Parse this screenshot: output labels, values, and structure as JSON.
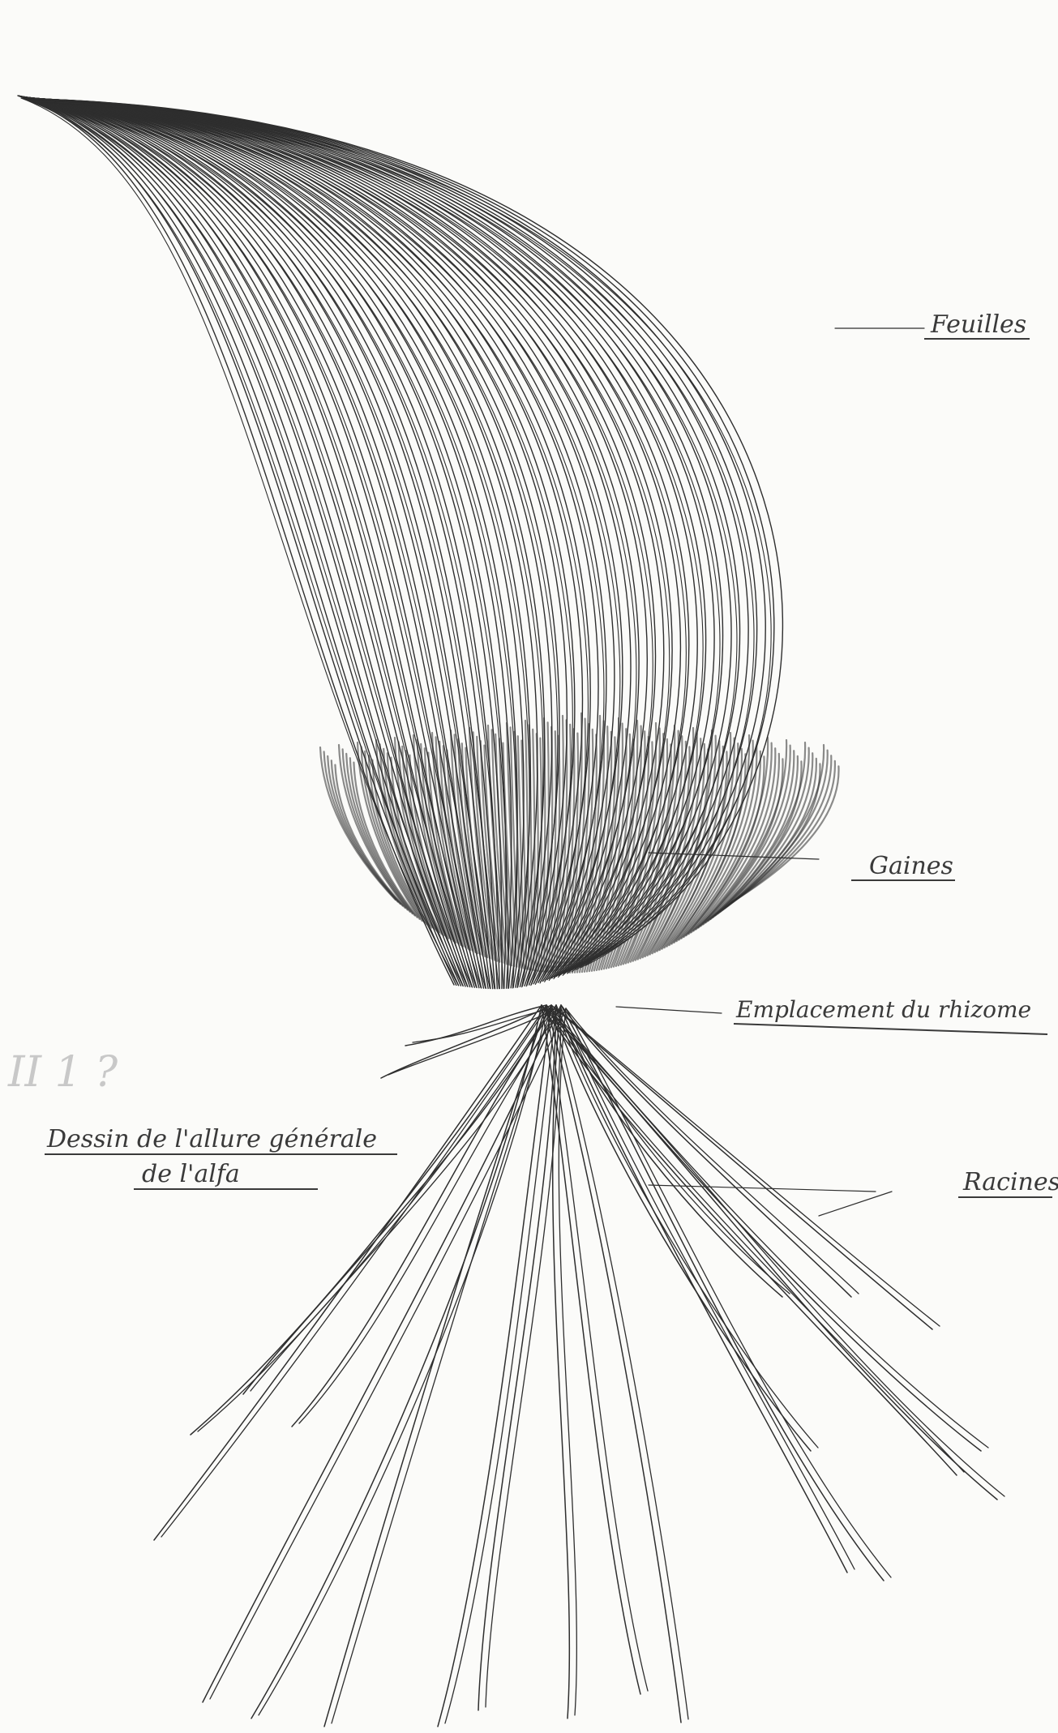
{
  "figure": {
    "labels": {
      "leaves": "Feuilles",
      "sheaths": "Gaines",
      "rhizome": "Emplacement du rhizome",
      "roots": "Racines"
    },
    "caption": {
      "line1": "Dessin de l'allure générale",
      "line2": "de l'alfa"
    },
    "margin_mark": "II 1 ?"
  },
  "colors": {
    "ink": "#2e2e2e",
    "paper": "#fbfbf9",
    "shade": "#9a9a9a"
  }
}
